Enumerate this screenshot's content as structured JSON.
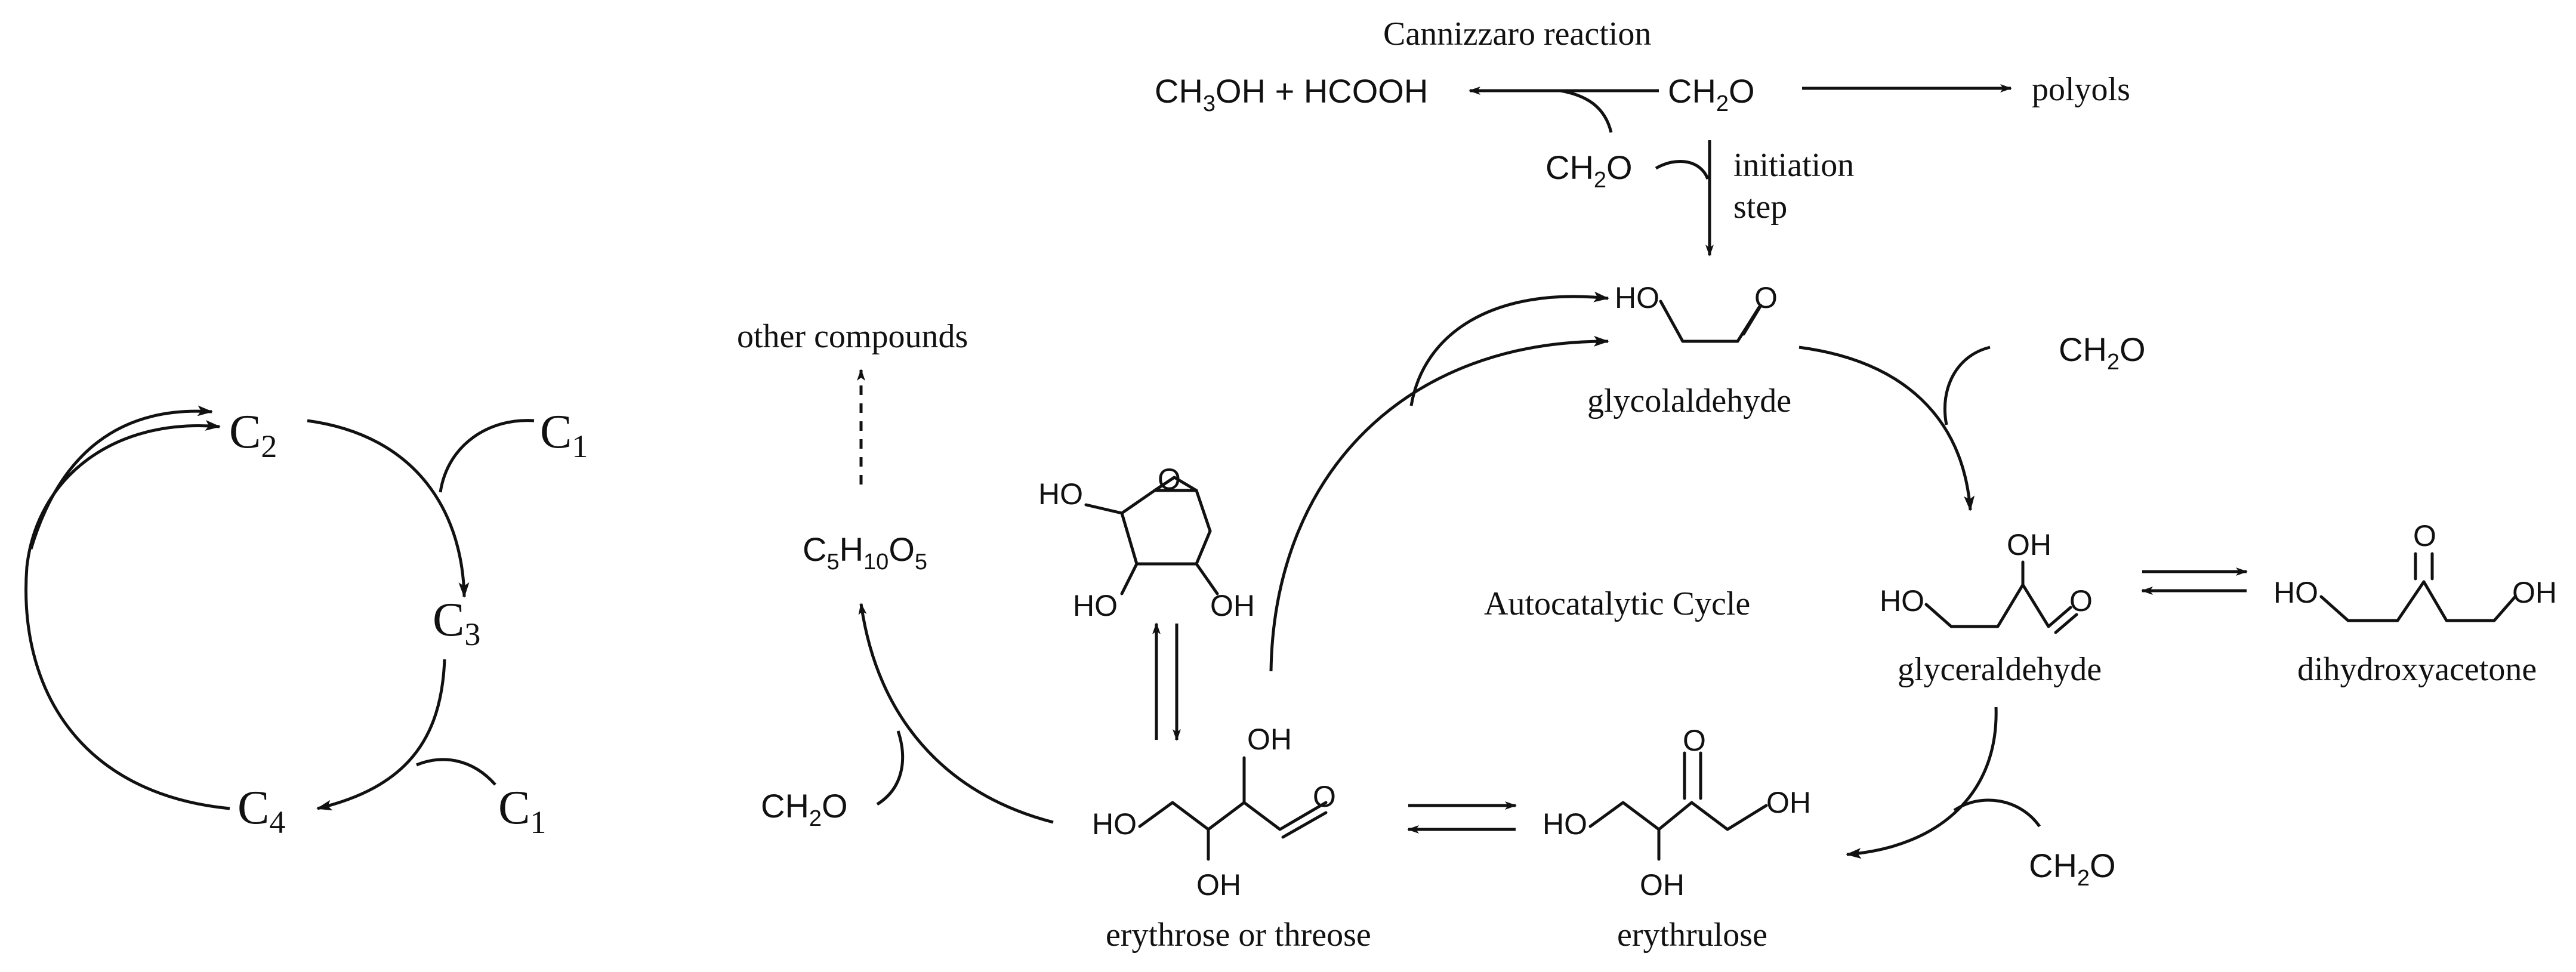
{
  "simplified_cycle": {
    "c2": "C",
    "c2_sub": "2",
    "c1_top": "C",
    "c1_top_sub": "1",
    "c3": "C",
    "c3_sub": "3",
    "c4": "C",
    "c4_sub": "4",
    "c1_bottom": "C",
    "c1_bottom_sub": "1"
  },
  "cannizzaro": {
    "title": "Cannizzaro reaction",
    "products_pre": "CH",
    "products_sub": "3",
    "products_post": "OH + HCOOH",
    "ch2o_main_pre": "CH",
    "ch2o_main_sub": "2",
    "ch2o_main_post": "O",
    "polyols": "polyols",
    "ch2o_side_pre": "CH",
    "ch2o_side_sub": "2",
    "ch2o_side_post": "O",
    "initiation_line1": "initiation",
    "initiation_line2": "step"
  },
  "molecules": {
    "glycolaldehyde": {
      "name": "glycolaldehyde",
      "ho": "HO",
      "o": "O"
    },
    "glyceraldehyde": {
      "name": "glyceraldehyde",
      "ho": "HO",
      "oh": "OH",
      "o": "O"
    },
    "dihydroxyacetone": {
      "name": "dihydroxyacetone",
      "ho": "HO",
      "oh": "OH",
      "o": "O"
    },
    "erythrose": {
      "name": "erythrose or threose",
      "ho": "HO",
      "oh_top": "OH",
      "oh_bottom": "OH",
      "o": "O"
    },
    "erythrulose": {
      "name": "erythrulose",
      "ho": "HO",
      "oh_right": "OH",
      "oh_bottom": "OH",
      "o": "O"
    },
    "furanose": {
      "ho_ring": "HO",
      "ho_left": "HO",
      "oh_right": "OH",
      "o": "O"
    }
  },
  "reagents": {
    "ch2o_glycol_pre": "CH",
    "ch2o_glycol_sub": "2",
    "ch2o_glycol_post": "O",
    "ch2o_glycer_pre": "CH",
    "ch2o_glycer_sub": "2",
    "ch2o_glycer_post": "O",
    "ch2o_ery_pre": "CH",
    "ch2o_ery_sub": "2",
    "ch2o_ery_post": "O"
  },
  "pentose": {
    "c": "C",
    "c_sub": "5",
    "h": "H",
    "h_sub": "10",
    "o": "O",
    "o_sub": "5"
  },
  "other_compounds": "other compounds",
  "cycle_label": "Autocatalytic Cycle"
}
